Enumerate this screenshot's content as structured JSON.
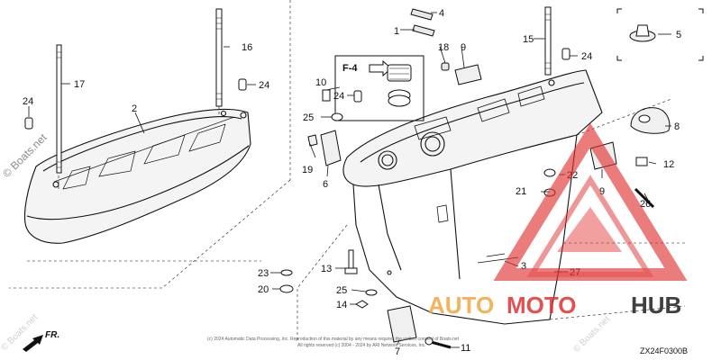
{
  "diagram": {
    "section_code": "ZX24F0300B",
    "figure_ref": "F-4",
    "front_label": "FR.",
    "copyright_line_1": "(c) 2024 Automatic Data Processing, Inc. Reproduction of this material by any means requires the written consent of Boats.net",
    "copyright_line_2": "All rights reserved (c) 2004 - 2024 by ARI Network Services, Inc.",
    "callouts": [
      "1",
      "2",
      "3",
      "4",
      "5",
      "6",
      "7",
      "8",
      "9",
      "9",
      "10",
      "11",
      "12",
      "13",
      "14",
      "15",
      "16",
      "17",
      "18",
      "19",
      "20",
      "21",
      "22",
      "23",
      "24",
      "24",
      "24",
      "25",
      "25",
      "26",
      "27"
    ]
  },
  "watermarks": {
    "boats_net": "© Boats.net",
    "boats_net_faint": "© Boats.net",
    "automotohub": {
      "auto": "AUTO",
      "moto": "MOTO",
      "hub": "HUB",
      "color_auto": "#f2a640",
      "color_moto": "#e03131",
      "color_hub": "#1f1f1f"
    }
  }
}
